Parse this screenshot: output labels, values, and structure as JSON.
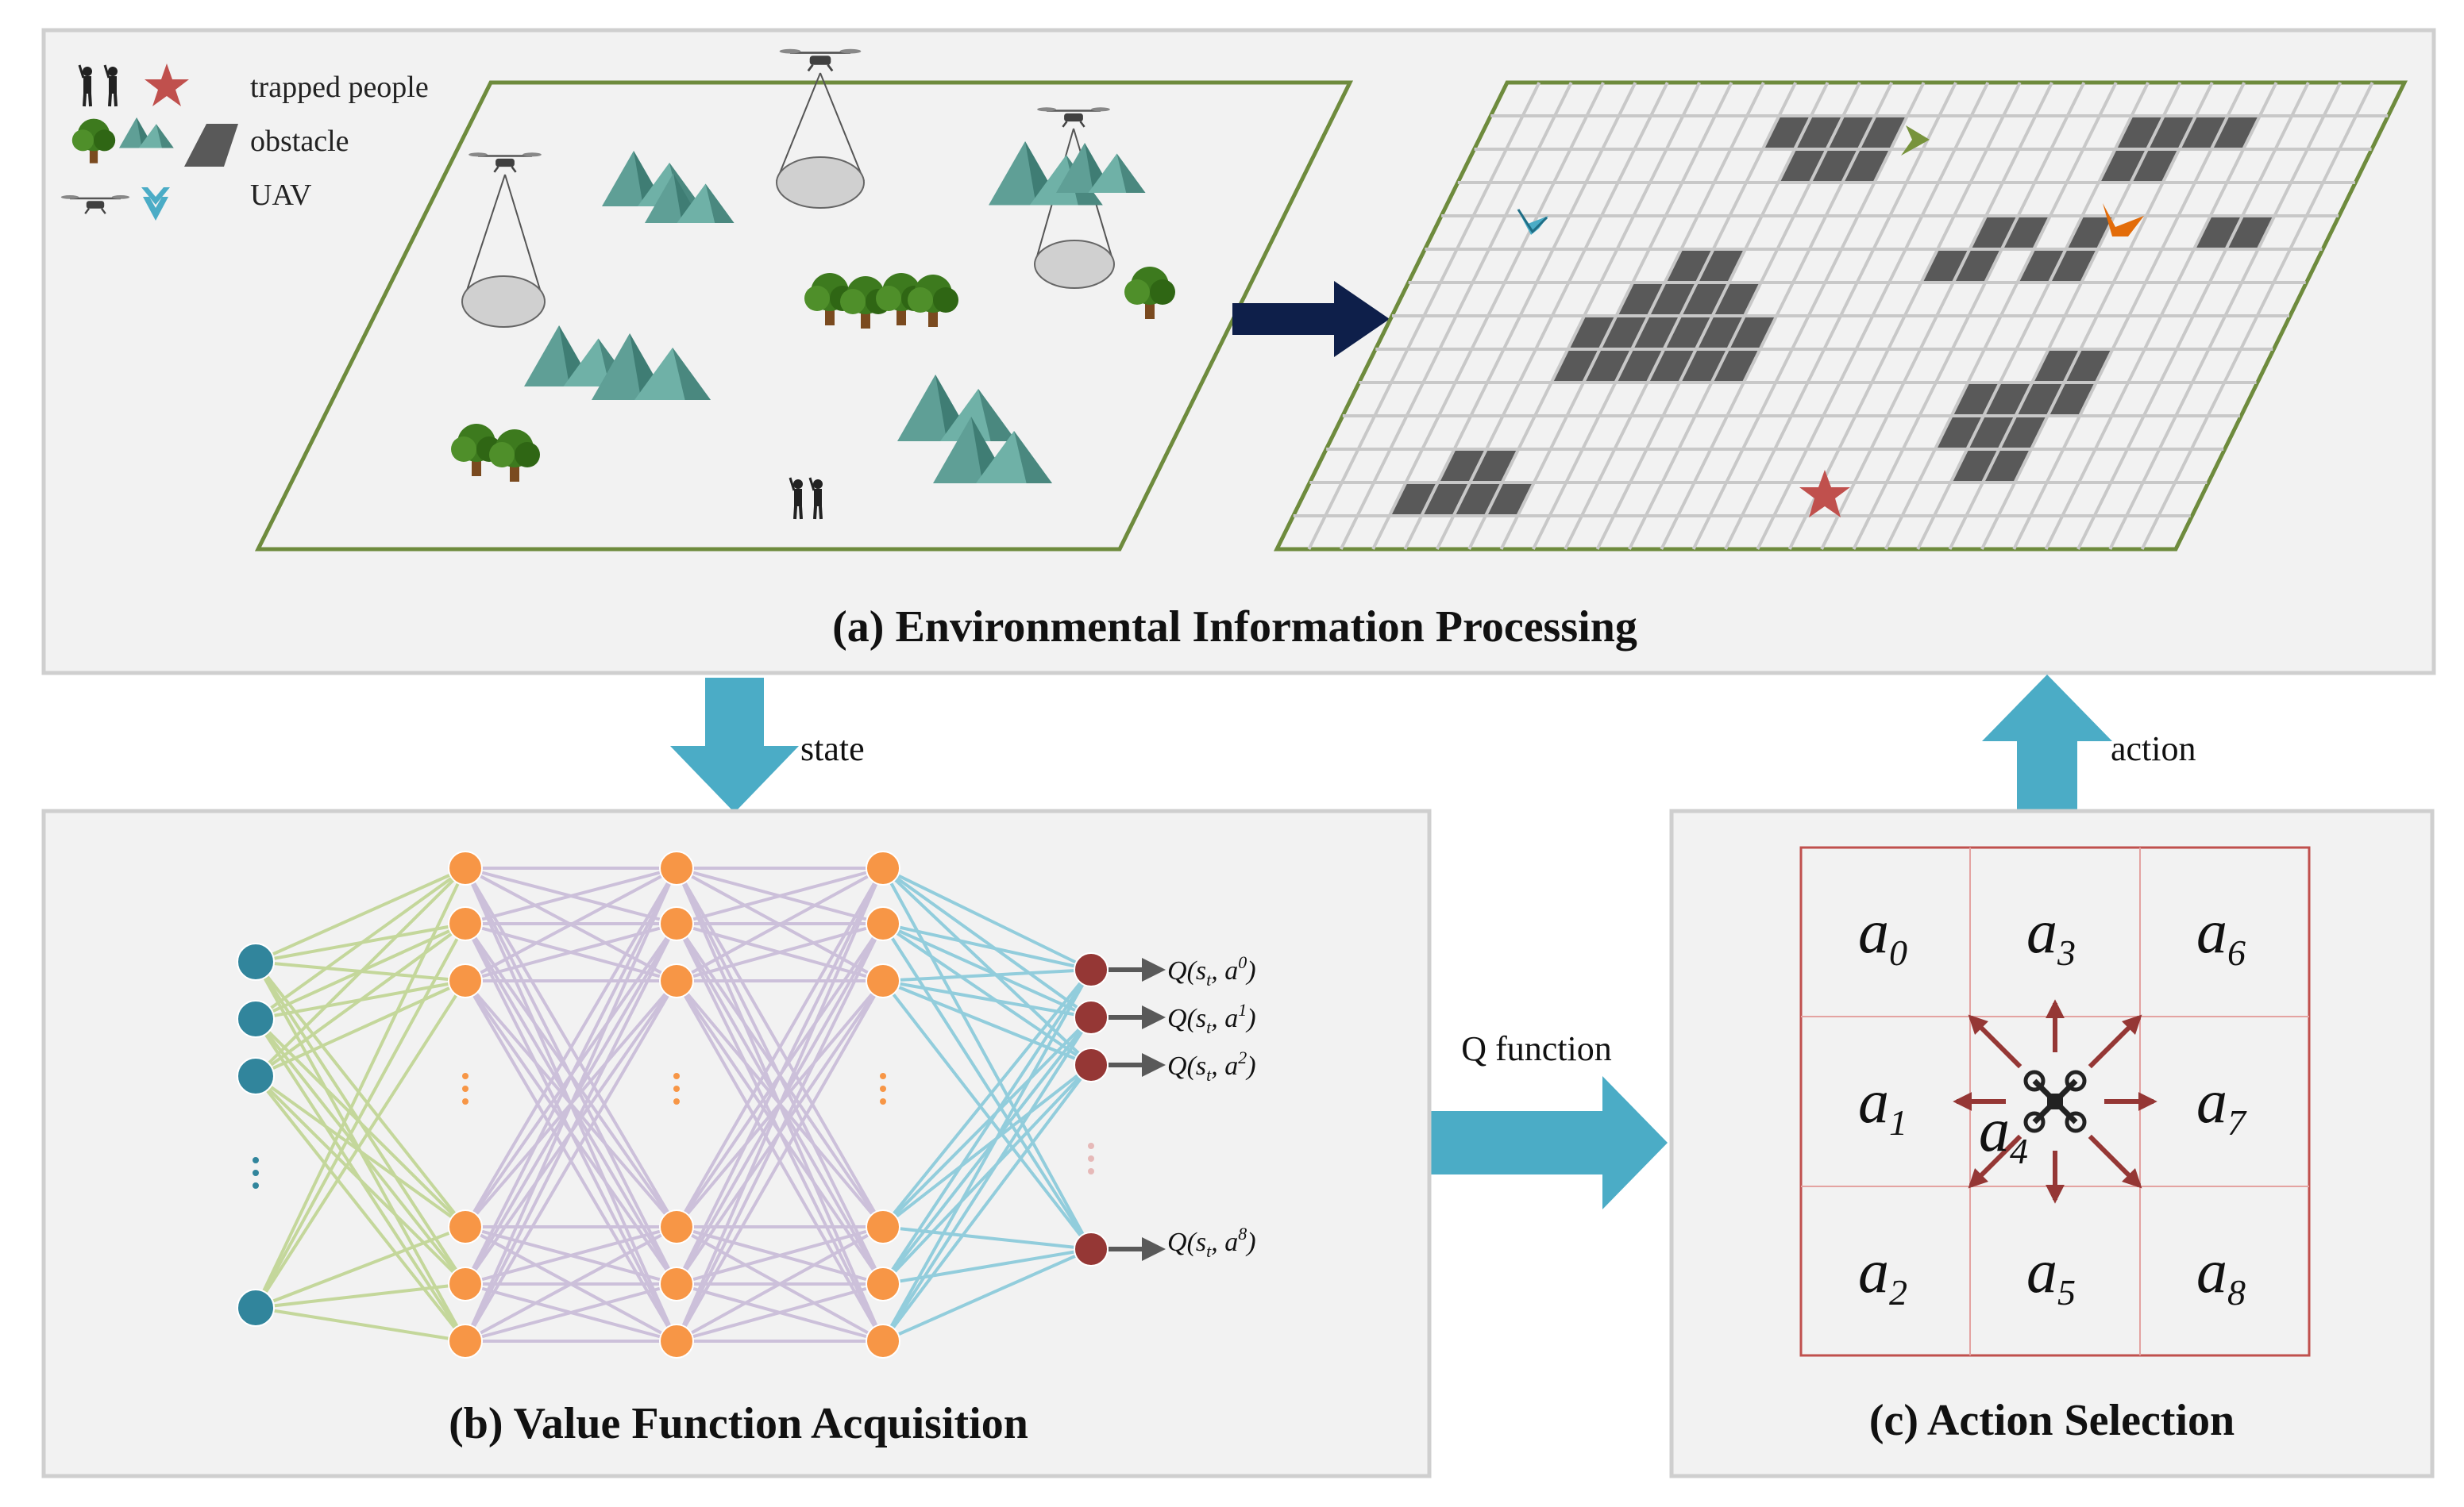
{
  "panels": {
    "a": {
      "title": "(a) Environmental Information Processing"
    },
    "b": {
      "title": "(b) Value Function Acquisition"
    },
    "c": {
      "title": "(c) Action Selection"
    }
  },
  "legend": [
    {
      "id": "trapped",
      "label": "trapped people",
      "icon": "trapped-people-icon"
    },
    {
      "id": "obstacle",
      "label": "obstacle",
      "icon": "obstacle-icon"
    },
    {
      "id": "uav",
      "label": "UAV",
      "icon": "uav-icon"
    }
  ],
  "flow": {
    "state_label": "state",
    "action_label": "action",
    "q_label": "Q function"
  },
  "q_outputs": [
    {
      "fn": "Q",
      "s": "s",
      "sub": "t",
      "a": "a",
      "sup": "0"
    },
    {
      "fn": "Q",
      "s": "s",
      "sub": "t",
      "a": "a",
      "sup": "1"
    },
    {
      "fn": "Q",
      "s": "s",
      "sub": "t",
      "a": "a",
      "sup": "2"
    },
    {
      "fn": "Q",
      "s": "s",
      "sub": "t",
      "a": "a",
      "sup": "8"
    }
  ],
  "actions": [
    {
      "main": "a",
      "sub": "0"
    },
    {
      "main": "a",
      "sub": "3"
    },
    {
      "main": "a",
      "sub": "6"
    },
    {
      "main": "a",
      "sub": "1"
    },
    {
      "main": "a",
      "sub": "4"
    },
    {
      "main": "a",
      "sub": "7"
    },
    {
      "main": "a",
      "sub": "2"
    },
    {
      "main": "a",
      "sub": "5"
    },
    {
      "main": "a",
      "sub": "8"
    }
  ],
  "colors": {
    "panel_bg": "#f2f2f2",
    "panel_border": "#cfcfcf",
    "map_border": "#6e8b3d",
    "arrow_blue": "#4bacc6",
    "arrow_navy": "#0e1f4a",
    "obstacle_cell": "#595959",
    "input_node": "#31859c",
    "hidden_node": "#f79646",
    "output_node": "#953735",
    "edge_in": "#c4d79b",
    "edge_hidden": "#ccc0da",
    "edge_out": "#92cddc",
    "action_arrow": "#953735",
    "action_grid": "#c0504d",
    "mountain": "#5f9f96",
    "star": "#c0504d",
    "uav_cyan": "#4bacc6",
    "uav_green": "#77933c",
    "uav_orange": "#e36c09"
  }
}
